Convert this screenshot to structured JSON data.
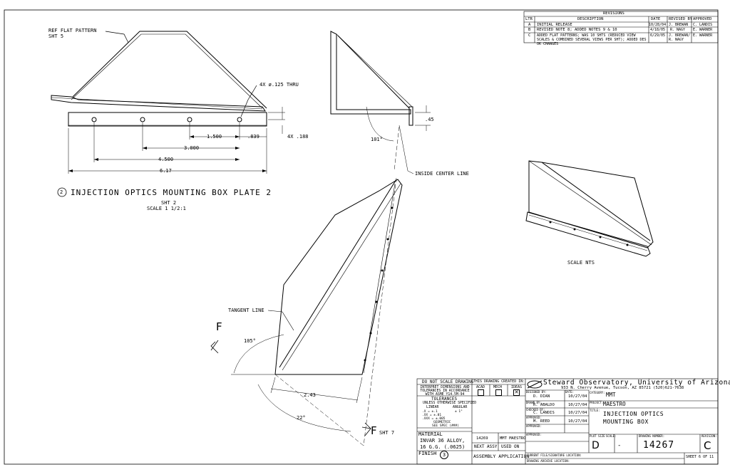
{
  "revisions": {
    "title": "REVISIONS",
    "headers": [
      "LTR",
      "DESCRIPTION",
      "DATE",
      "REVISED BY",
      "APPROVED"
    ],
    "rows": [
      {
        "ltr": "A",
        "desc": "INITIAL RELEASE",
        "date": "10/28/04",
        "by": "J. BREWAN",
        "appr": "C. LANDIS"
      },
      {
        "ltr": "B",
        "desc": "REVISED NOTE 8; ADDED NOTES 9 & 10",
        "date": "4/18/05",
        "by": "R. NAGY",
        "appr": "E. WARNER"
      },
      {
        "ltr": "C",
        "desc": "ADDED FLAT PATTERNS; WAS 10 SHTS (REDUCED VIEW SCALES & COMBINED SEVERAL VIEWS PER SHT); ADDED DES OK CHANGES",
        "date": "6/29/05",
        "by": "J. BREWAN/ R. NAGY",
        "appr": "E. WARNER"
      }
    ]
  },
  "labels": {
    "ref_flat": "REF FLAT PATTERN",
    "ref_sht": "SHT 5",
    "holes": "4X ø.125 THRU",
    "dim_1500": "1.500",
    "dim_839": ".839",
    "dim_188": "4X .188",
    "dim_3000": "3.000",
    "dim_4500": "4.500",
    "dim_617": "6.17",
    "dim_45": ".45",
    "angle_101": "101°",
    "inside_center": "INSIDE CENTER LINE",
    "view_number": "2",
    "view_title": "INJECTION OPTICS MOUNTING BOX PLATE 2",
    "view_sheet": "SHT 2",
    "view_scale": "SCALE 1 1/2:1",
    "scale_nts": "SCALE NTS",
    "tangent": "TANGENT LINE",
    "section_f": "F",
    "angle_105": "105°",
    "dim_243": "2.43",
    "angle_22": "22°",
    "section_f2": "F",
    "sht7": "SHT 7"
  },
  "title_block": {
    "do_not_scale": "DO NOT SCALE DRAWING",
    "interpret": "INTERPRET DIMENSIONS AND TOLERANCES IN ACCORDANCE WITH ASME Y14.5M-94",
    "tolerances": "TOLERANCES",
    "unless": "UNLESS OTHERWISE SPECIFIED",
    "linear": "LINEAR",
    "angular": "ANGULAR",
    "tol_x": ".X = ±.1",
    "tol_xx": ".XX = ±.01",
    "tol_xxx": ".XXX = ±.005",
    "tol_ang": "± 1°",
    "geometric": "GEOMETRIC",
    "see_spec": "SEE SPEC (###)",
    "material_label": "MATERIAL",
    "material_1": "INVAR 36 ALLOY,",
    "material_2": "16 G.G. (.0625)",
    "finish_label": "FINISH",
    "finish_note": "3",
    "created_in": "THIS DRAWING CREATED IN:",
    "acad": "ACAD",
    "mech": "MECH",
    "ideas": "IDEAS",
    "next_assy_no": "14269",
    "next_assy_name": "MMT MAESTRO",
    "next_assy": "NEXT ASSY",
    "used_on": "USED ON",
    "assembly_app": "ASSEMBLY APPLICATION",
    "designed_by_label": "DESIGNED BY:",
    "designed_by": "D. DIAN",
    "date_label": "DATE:",
    "designed_date": "10/27/04",
    "drawn_by_label": "DRAWN BY:",
    "drawn_by": "R. ABALDO",
    "drawn_date": "10/27/04",
    "checked_label": "CHECKED BY:",
    "checked_by": "C. LANDIS",
    "checked_date": "10/27/04",
    "approved_label": "APPROVED:",
    "approved_by": "M. REED",
    "approved_date": "10/27/04",
    "approved2_label": "APPROVED:",
    "approved3_label": "APPROVED:",
    "org": "Steward Observatory, University of Arizona",
    "address": "933 N. Cherry Avenue, Tucson, AZ  85721   (520)621-7638",
    "category_label": "CATEGORY:",
    "category": "MMT",
    "project_label": "PROJECT:",
    "project": "MAESTRO",
    "title_label": "TITLE:",
    "title_1": "INJECTION OPTICS",
    "title_2": "MOUNTING BOX",
    "size_label": "PLOT SIZE",
    "scale_label": "SCALE:",
    "size": "D",
    "scale": "-",
    "drawing_number_label": "DRAWING NUMBER:",
    "drawing_number": "14267",
    "revision_label": "REVISION:",
    "revision": "C",
    "current_loc": "CURRENT FILE/SIGNATURE LOCATION:",
    "archive_loc": "DRAWING ARCHIVE LOCATION:",
    "sheet": "SHEET 6 OF 11"
  }
}
